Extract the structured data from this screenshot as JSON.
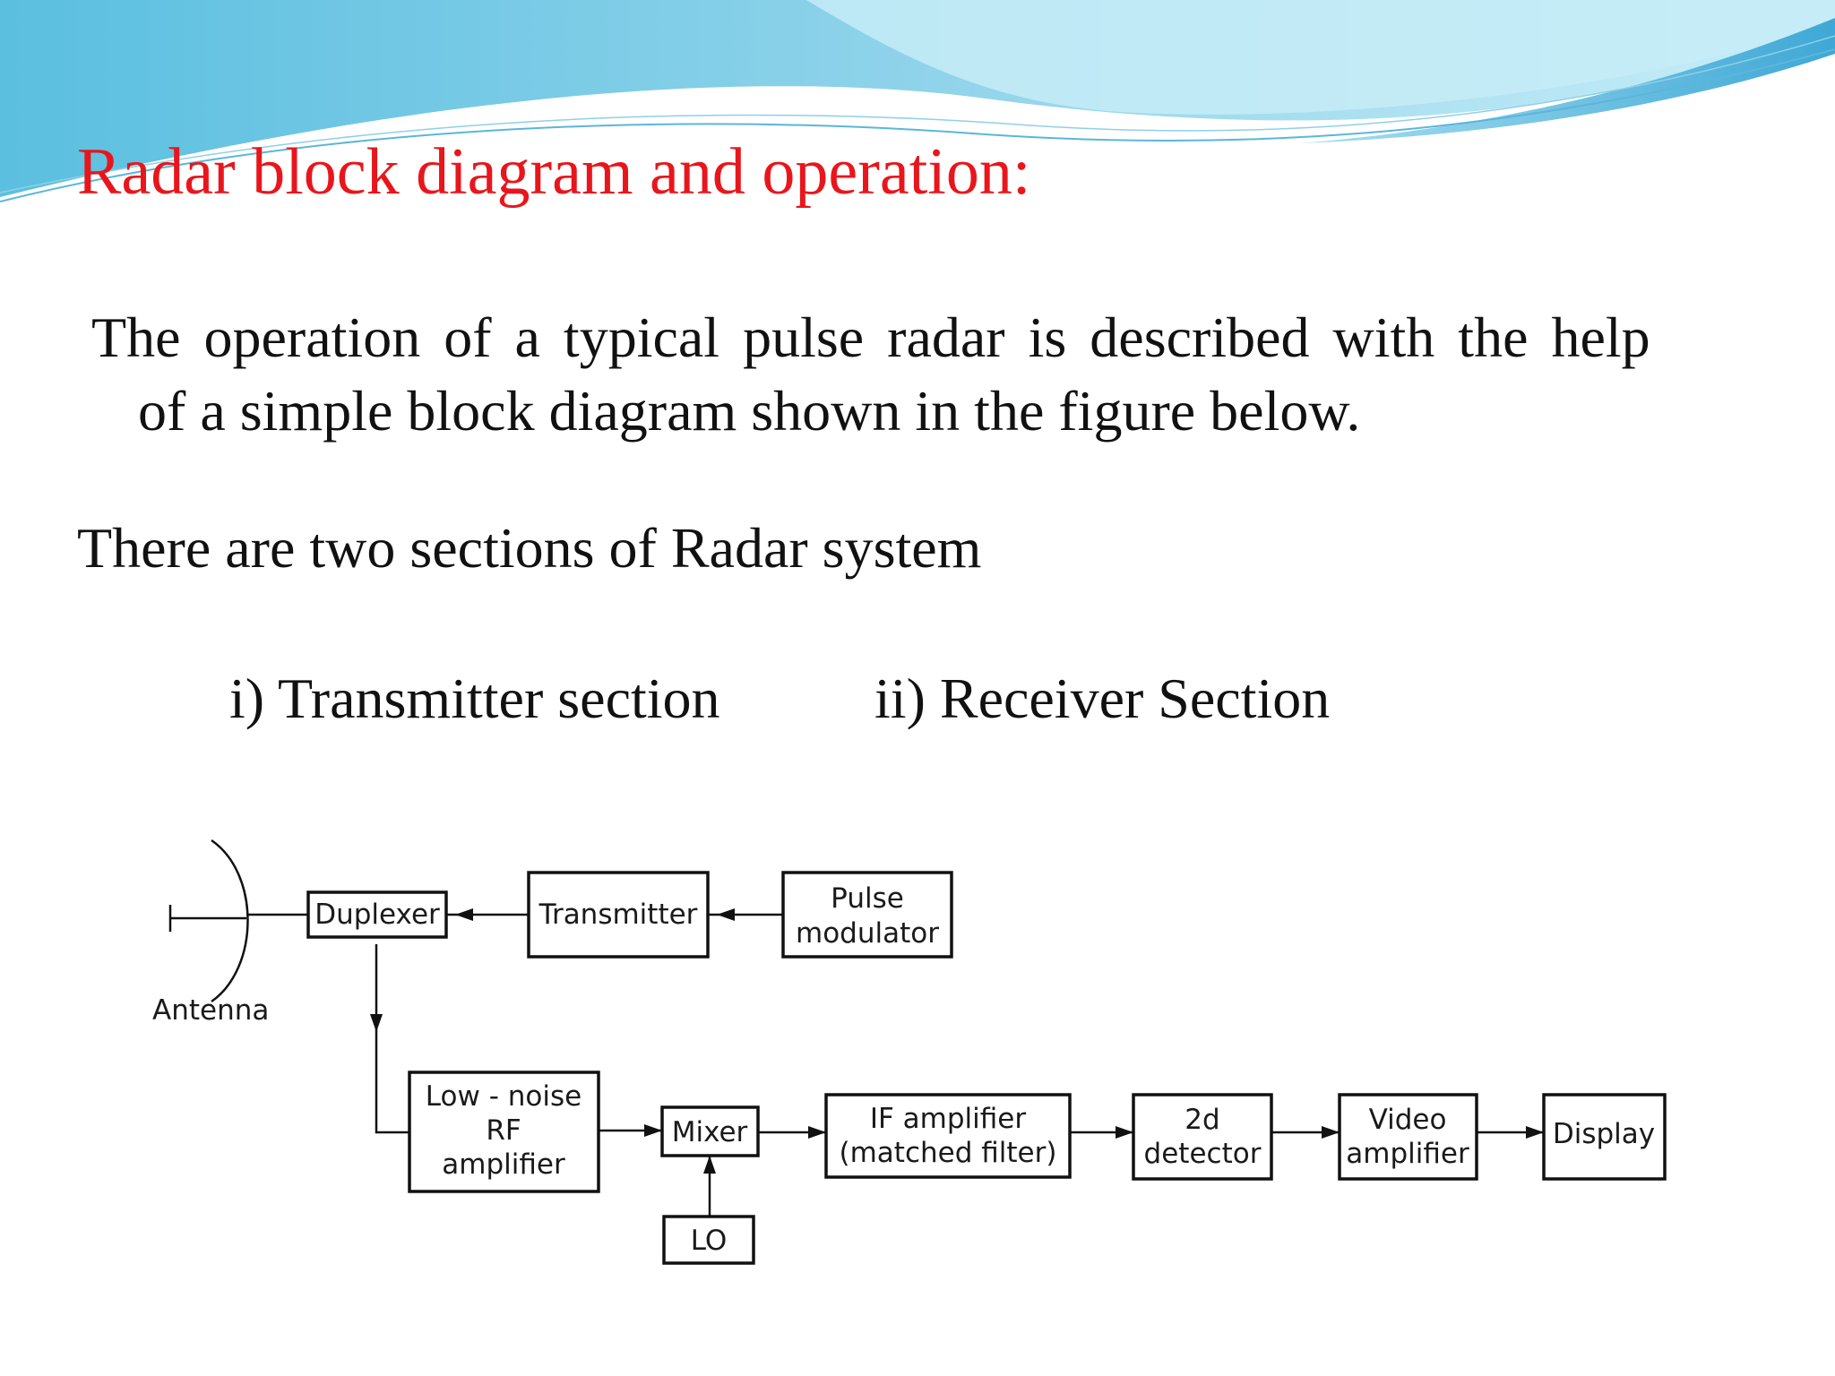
{
  "slide": {
    "title": "Radar block diagram and operation:",
    "paragraph_line1": "The operation of a typical  pulse  radar is  described  with  the  help",
    "paragraph_line2": "of  a simple block diagram shown in the figure below.",
    "sections_intro": "There are two sections of Radar system",
    "section_1": "i) Transmitter section",
    "section_2": "ii)  Receiver Section"
  },
  "diagram": {
    "antenna_label": "Antenna",
    "duplexer": "Duplexer",
    "transmitter": "Transmitter",
    "pulse_modulator": [
      "Pulse",
      "modulator"
    ],
    "lna": [
      "Low - noise",
      "RF",
      "amplifier"
    ],
    "mixer": "Mixer",
    "lo": "LO",
    "if_amplifier": [
      "IF amplifier",
      "(matched  filter)"
    ],
    "detector": [
      "2d",
      "detector"
    ],
    "video_amplifier": [
      "Video",
      "amplifier"
    ],
    "display": "Display"
  },
  "colors": {
    "title": "#e8161c",
    "wave_light": "#b9e6f4",
    "wave_mid": "#7fcbe6",
    "wave_dark": "#3aa7d2"
  }
}
